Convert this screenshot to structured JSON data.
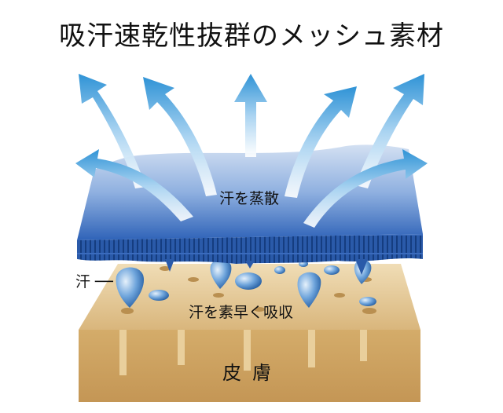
{
  "title": "吸汗速乾性抜群のメッシュ素材",
  "labels": {
    "evaporate": "汗を蒸散",
    "sweat": "汗 ──",
    "absorb": "汗を素早く吸収",
    "skin": "皮膚"
  },
  "colors": {
    "fabric_top": "#c9d8ee",
    "fabric_bottom": "#2f63b8",
    "fabric_edge": "#1f4f9e",
    "arrow_light": "#eef6fd",
    "arrow_dark": "#3b9ad9",
    "skin_light": "#ecd6aa",
    "skin_dark": "#c89c56",
    "drop_dark": "#1f5fa8",
    "drop_light": "#cfe3f6"
  }
}
